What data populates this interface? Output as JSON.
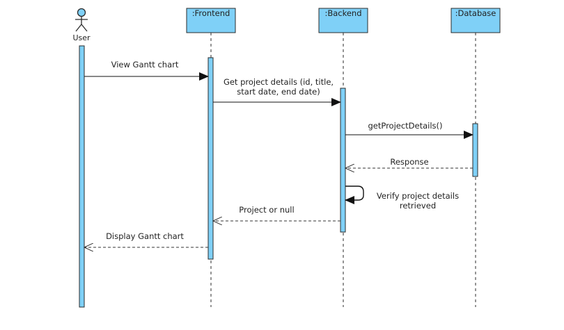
{
  "colors": {
    "fill": "#7fd0f7",
    "stroke": "#2b2b2b",
    "background": "#ffffff"
  },
  "actor": {
    "label": "User",
    "icon": "stick-figure-icon"
  },
  "participants": [
    {
      "label": ":Frontend"
    },
    {
      "label": ":Backend"
    },
    {
      "label": ":Database"
    }
  ],
  "messages": [
    {
      "label": "View Gantt chart",
      "from": "User",
      "to": ":Frontend",
      "kind": "sync"
    },
    {
      "label_line1": "Get project details (id, title,",
      "label_line2": "start date, end date)",
      "from": ":Frontend",
      "to": ":Backend",
      "kind": "sync"
    },
    {
      "label": "getProjectDetails()",
      "from": ":Backend",
      "to": ":Database",
      "kind": "sync"
    },
    {
      "label": "Response",
      "from": ":Database",
      "to": ":Backend",
      "kind": "return"
    },
    {
      "label_line1": "Verify project details",
      "label_line2": "retrieved",
      "from": ":Backend",
      "to": ":Backend",
      "kind": "self"
    },
    {
      "label": "Project or null",
      "from": ":Backend",
      "to": ":Frontend",
      "kind": "return"
    },
    {
      "label": "Display Gantt chart",
      "from": ":Frontend",
      "to": "User",
      "kind": "return"
    }
  ]
}
